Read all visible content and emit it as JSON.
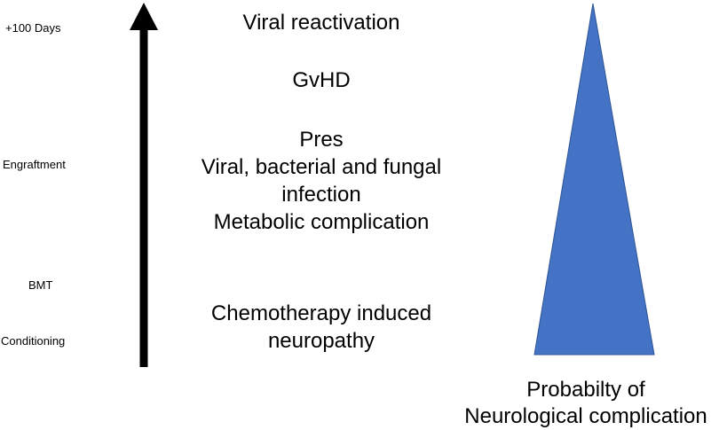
{
  "timeline": {
    "stages": {
      "plus_100_days": "+100 Days",
      "engraftment": "Engraftment",
      "bmt": "BMT",
      "conditioning": "Conditioning"
    }
  },
  "events": {
    "viral_reactivation": "Viral reactivation",
    "gvhd": "GvHD",
    "pres": "Pres",
    "viral_bacterial_fungal": "Viral, bacterial and fungal",
    "infection": "infection",
    "metabolic": "Metabolic complication",
    "chemo_line1": "Chemotherapy induced",
    "chemo_line2": "neuropathy"
  },
  "probability": {
    "caption_line1": "Probabilty of",
    "caption_line2": "Neurological complication",
    "fill_color": "#4472C4",
    "stroke_color": "#2F5597"
  },
  "arrow": {
    "color": "#000000"
  }
}
